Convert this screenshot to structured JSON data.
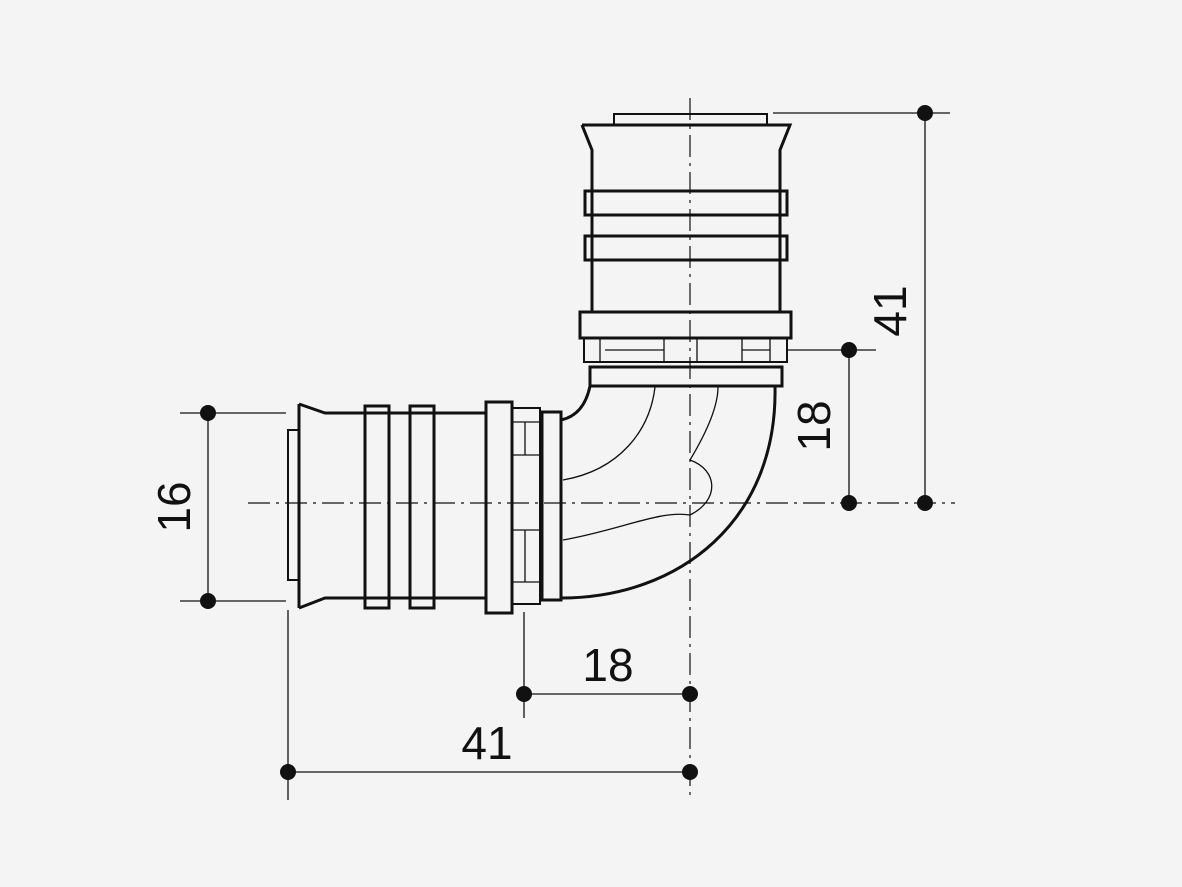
{
  "dimensions": {
    "left_height": "16",
    "vertical_short": "18",
    "vertical_long": "41",
    "horizontal_short": "18",
    "horizontal_long": "41"
  },
  "colors": {
    "background": "#f4f4f4",
    "ink": "#111111"
  }
}
